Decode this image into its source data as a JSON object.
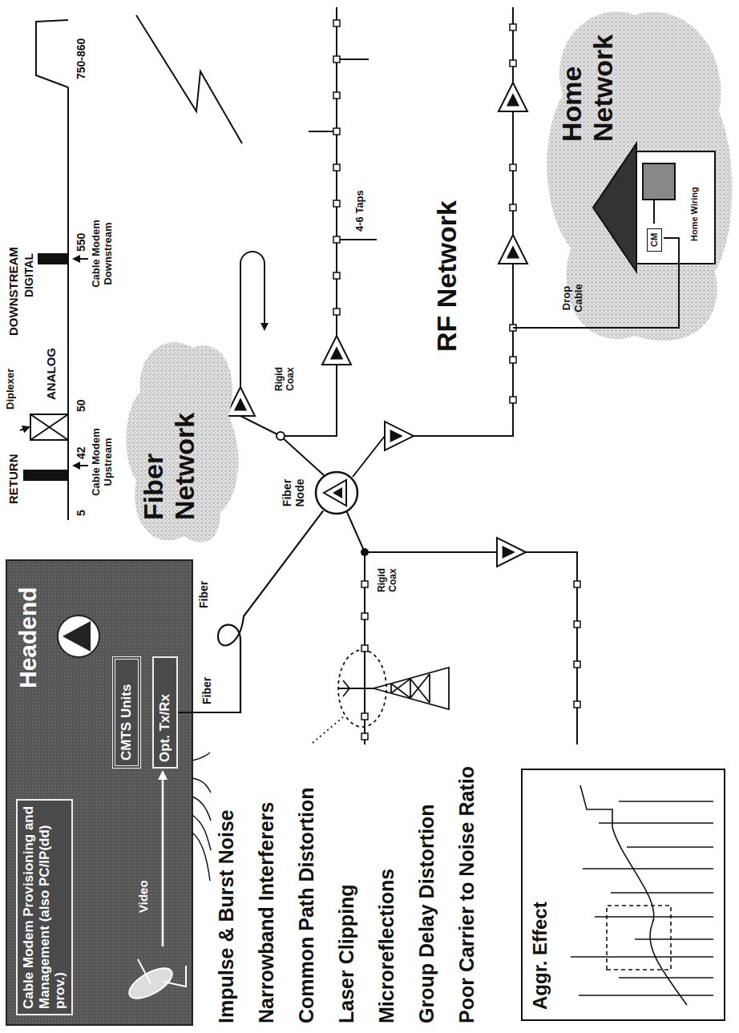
{
  "diagram": {
    "nodes": [
      {
        "text": [
          "Headend"
        ]
      },
      {
        "text": [
          "Cable Modem Provisioning and Management (also PC/IP(dd) prov.)"
        ],
        "in": 0
      },
      {
        "text": [
          "CMTS Units"
        ],
        "in": 0
      },
      {
        "text": [
          "Opt. Tx/Rx"
        ],
        "in": 0
      },
      {
        "text": [
          "Fiber Network"
        ]
      },
      {
        "text": [
          "Fiber Node"
        ]
      },
      {
        "text": [
          "Home Network"
        ]
      },
      {
        "text": [
          "CM"
        ],
        "in": 6
      },
      {
        "text": [
          "Aggr. Effect"
        ]
      }
    ],
    "edges": [
      {
        "from": 3,
        "to": 5,
        "arrow": "none"
      }
    ],
    "labels": [
      "Video",
      "Fiber",
      "Fiber",
      "RETURN",
      "5",
      "Cable Modem Upstream",
      "Diplexer",
      "42",
      "50",
      "ANALOG",
      "DOWNSTREAM",
      "DIGITAL",
      "550",
      "Cable Modem Downstream",
      "750-860",
      "Rigid Coax",
      "Rigid Coax",
      "4-6 Taps",
      "RF Network",
      "Drop Cable",
      "Home Wiring",
      "Impulse & Burst Noise",
      "Narrowband Interferers",
      "Common Path Distortion",
      "Laser Clipping",
      "Microreflections",
      "Group Delay Distortion",
      "Poor Carrier to Noise Ratio"
    ]
  }
}
